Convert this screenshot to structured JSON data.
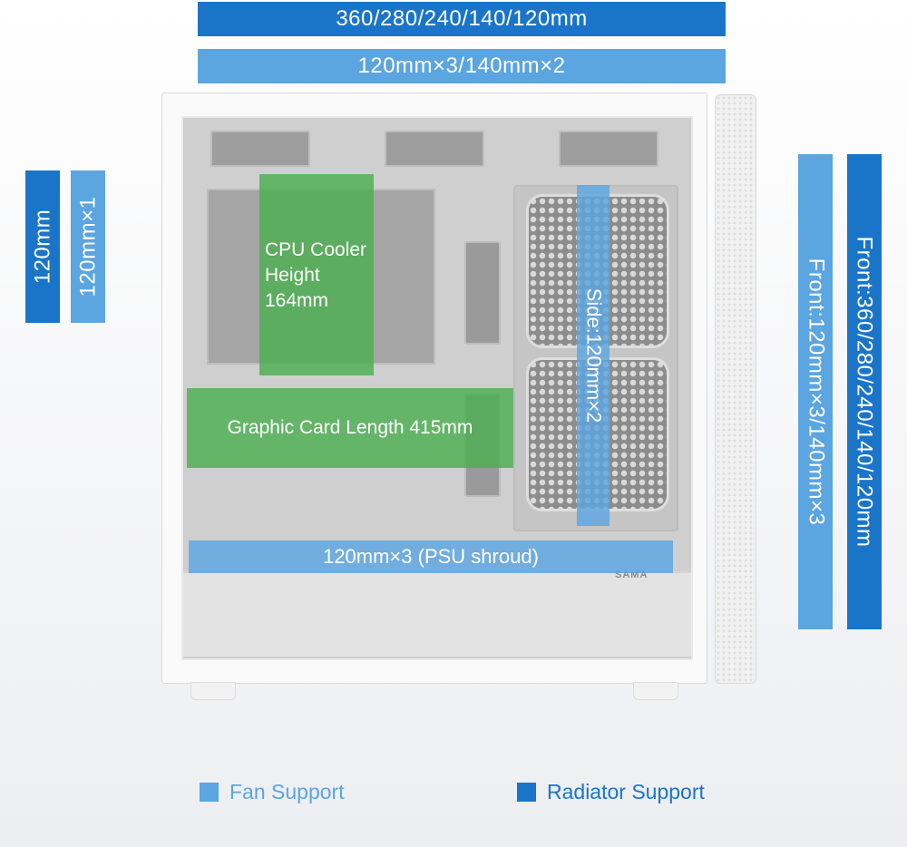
{
  "top_bars": {
    "radiator": "360/280/240/140/120mm",
    "fan": "120mm×3/140mm×2"
  },
  "rear_bars": {
    "radiator": "120mm",
    "fan": "120mm×1"
  },
  "front_bars": {
    "fan": "Front:120mm×3/140mm×3",
    "radiator": "Front:360/280/240/140/120mm"
  },
  "overlays": {
    "cpu_cooler": [
      "CPU Cooler",
      "Height",
      "164mm"
    ],
    "graphic_card": "Graphic Card Length 415mm",
    "side_fans": "Side:120mm×2",
    "psu_shroud": "120mm×3 (PSU shroud)"
  },
  "case": {
    "brand_mark": "SAMA"
  },
  "legend": {
    "fan": "Fan Support",
    "radiator": "Radiator Support"
  },
  "colors": {
    "radiator_support": "#1a75c9",
    "fan_support": "#5ba5e0",
    "clearance": "#4caf50",
    "legend_text": "#5b9ed6"
  }
}
